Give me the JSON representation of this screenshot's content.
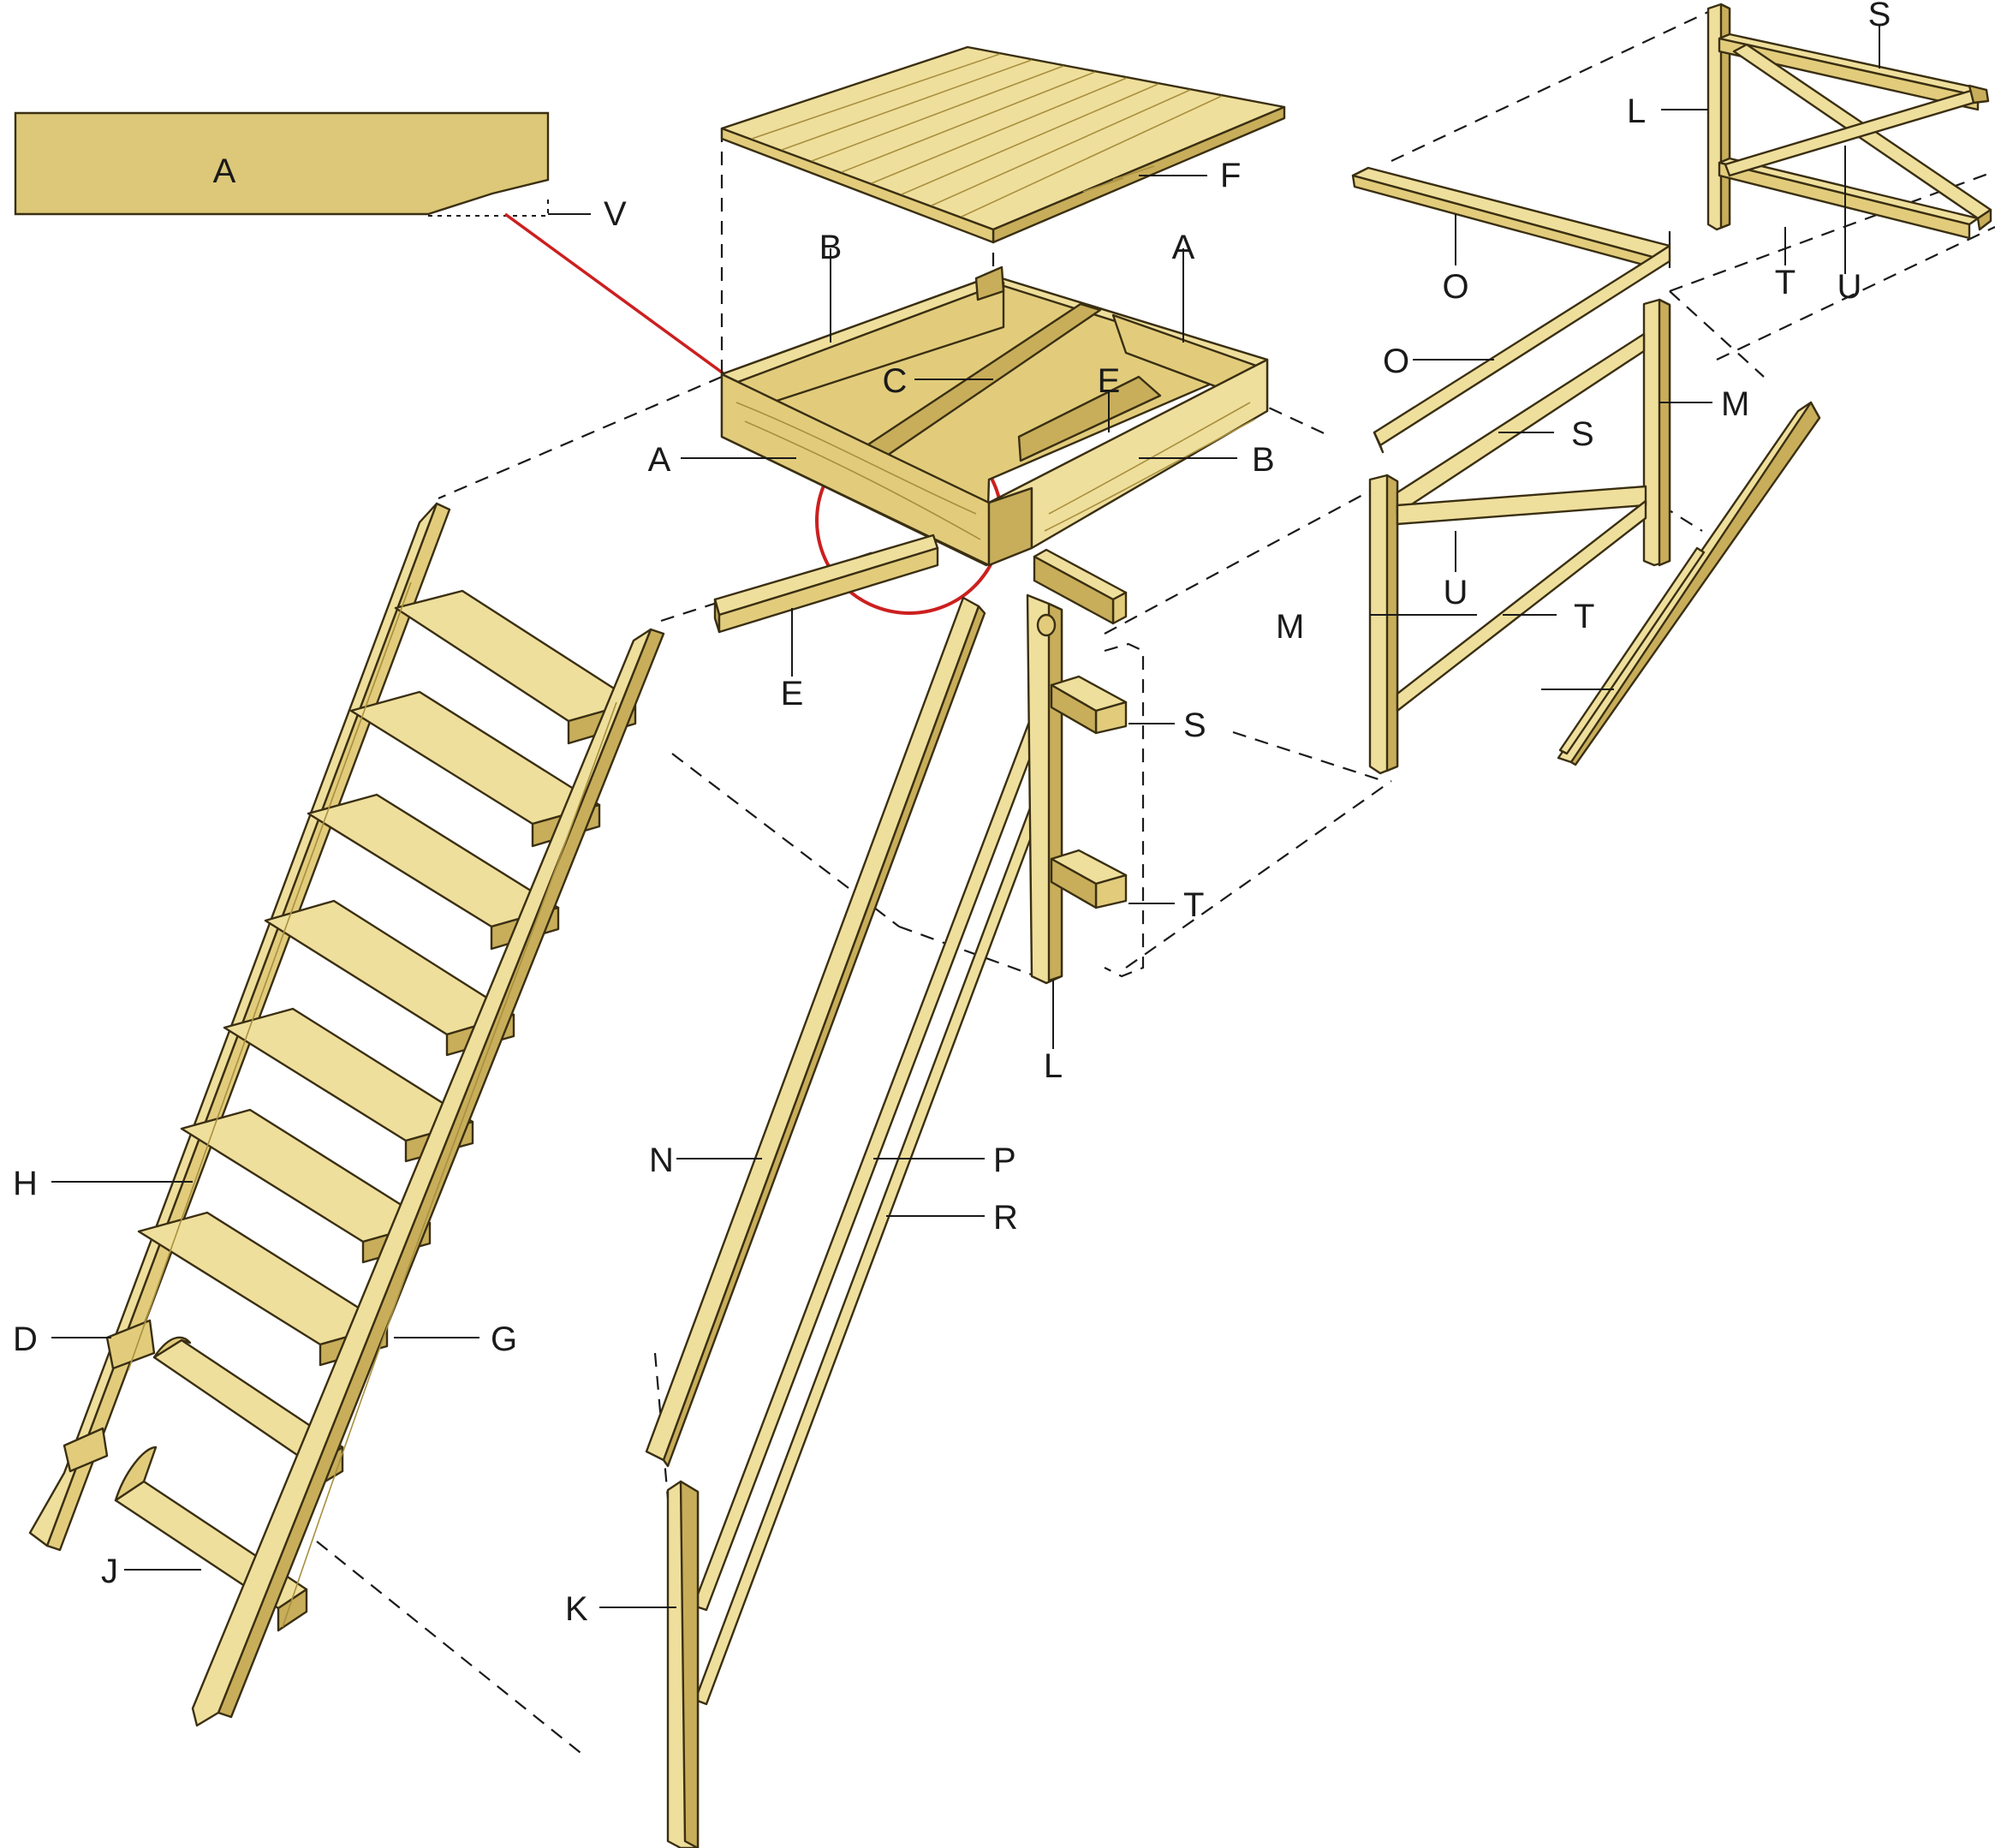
{
  "detail": {
    "title": "A",
    "label": "V"
  },
  "labels": {
    "A_top": "A",
    "A_left": "A",
    "B_top": "B",
    "B_right": "B",
    "C": "C",
    "E_top": "E",
    "E_bottom": "E",
    "F": "F",
    "H": "H",
    "D": "D",
    "G": "G",
    "J": "J",
    "N": "N",
    "P": "P",
    "R": "R",
    "K": "K",
    "L_mid": "L",
    "L_top": "L",
    "S_mid": "S",
    "S_right": "S",
    "S_top": "S",
    "T_mid": "T",
    "T_right": "T",
    "T_top": "T",
    "O_top": "O",
    "O_mid": "O",
    "M_right": "M",
    "M_left": "M",
    "U_right": "U",
    "U_top": "U"
  },
  "colors": {
    "wood_light": "#efdf9c",
    "wood_mid": "#e2cc7c",
    "wood_dark": "#c8ae5a",
    "detail_fill": "#dcc878",
    "highlight_red": "#cc1f1f",
    "outline": "#3a2f12"
  }
}
